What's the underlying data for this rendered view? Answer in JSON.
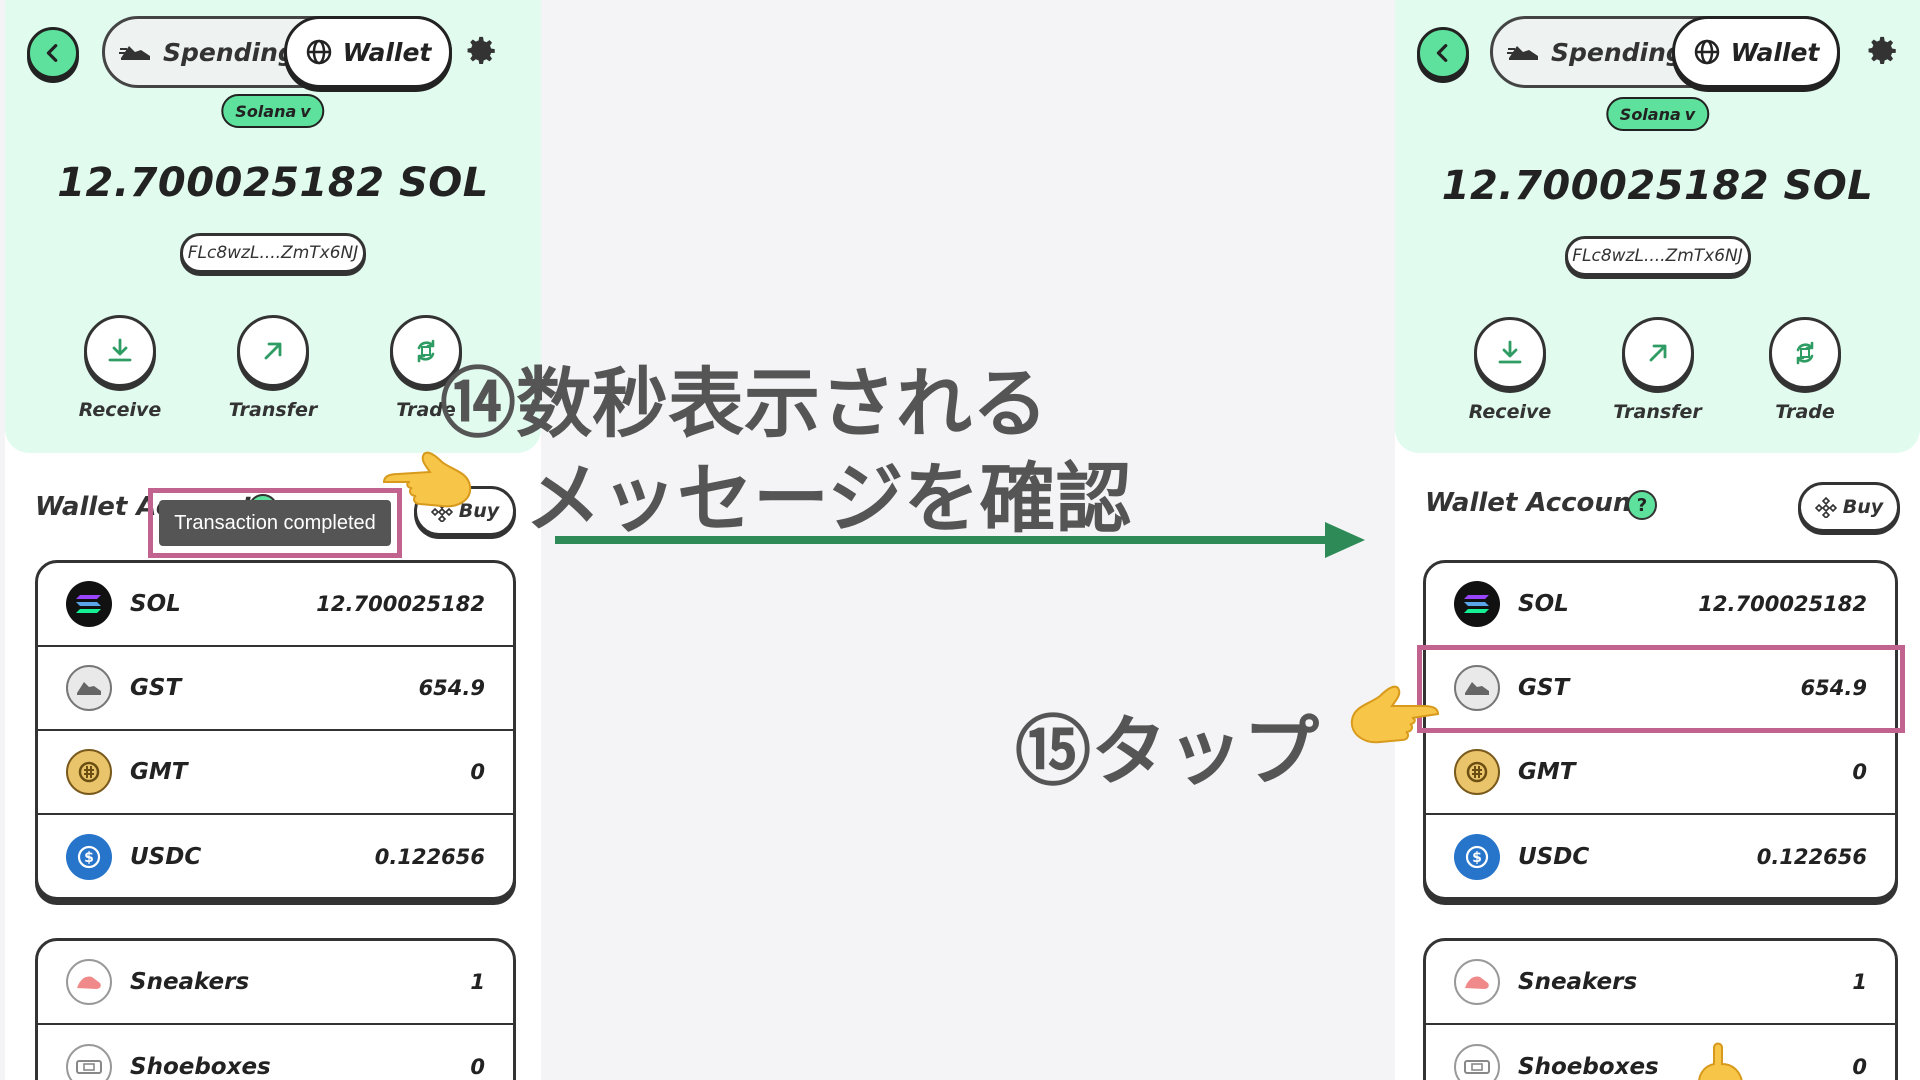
{
  "screen": {
    "nav": {
      "spending_label": "Spending",
      "wallet_label": "Wallet",
      "network_label": "Solana",
      "network_chevron": "v"
    },
    "balance": "12.700025182 SOL",
    "address": "FLc8wzL....ZmTx6NJ",
    "actions": [
      "Receive",
      "Transfer",
      "Trade"
    ],
    "section_title": "Wallet Account",
    "help_symbol": "?",
    "buy_label": "Buy",
    "tokens": [
      {
        "name": "SOL",
        "amount": "12.700025182",
        "icon": "solana-icon"
      },
      {
        "name": "GST",
        "amount": "654.9",
        "icon": "gst-icon"
      },
      {
        "name": "GMT",
        "amount": "0",
        "icon": "gmt-icon"
      },
      {
        "name": "USDC",
        "amount": "0.122656",
        "icon": "usdc-icon"
      }
    ],
    "items": [
      {
        "name": "Sneakers",
        "amount": "1",
        "icon": "sneaker-icon"
      },
      {
        "name": "Shoeboxes",
        "amount": "0",
        "icon": "shoebox-icon"
      }
    ]
  },
  "toast": {
    "text": "Transaction completed"
  },
  "annotations": {
    "step14_line1": "⑭数秒表示される",
    "step14_line2": "メッセージを確認",
    "step15": "⑮タップ"
  },
  "colors": {
    "hero_bg": "#e2fbef",
    "accent_green": "#5ee19d",
    "highlight_pink": "#c2628f",
    "arrow_green": "#2e8b57",
    "annotation_text": "#555555"
  }
}
